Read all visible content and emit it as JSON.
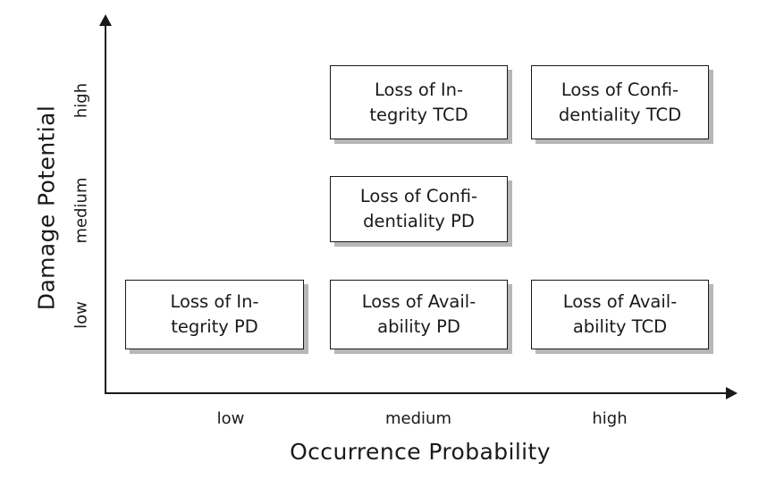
{
  "chart_data": {
    "type": "table",
    "title": "",
    "xlabel": "Occurrence Probability",
    "ylabel": "Damage Potential",
    "x_categories": [
      "low",
      "medium",
      "high"
    ],
    "y_categories": [
      "low",
      "medium",
      "high"
    ],
    "cells": [
      {
        "x": "medium",
        "y": "high",
        "line1": "Loss of In-",
        "line2": "tegrity TCD",
        "text": "Loss of Integrity TCD"
      },
      {
        "x": "high",
        "y": "high",
        "line1": "Loss of Confi-",
        "line2": "dentiality TCD",
        "text": "Loss of Confidentiality TCD"
      },
      {
        "x": "medium",
        "y": "medium",
        "line1": "Loss of Confi-",
        "line2": "dentiality PD",
        "text": "Loss of Confidentiality PD"
      },
      {
        "x": "low",
        "y": "low",
        "line1": "Loss of In-",
        "line2": "tegrity PD",
        "text": "Loss of Integrity PD"
      },
      {
        "x": "medium",
        "y": "low",
        "line1": "Loss of Avail-",
        "line2": "ability PD",
        "text": "Loss of Availability PD"
      },
      {
        "x": "high",
        "y": "low",
        "line1": "Loss of Avail-",
        "line2": "ability TCD",
        "text": "Loss of Availability TCD"
      }
    ],
    "colors": {
      "axis": "#1a1a1a",
      "box_border": "#1a1a1a",
      "box_fill": "#ffffff",
      "box_shadow": "#b7b7b7",
      "text": "#1a1a1a",
      "background": "#ffffff"
    },
    "grid": false,
    "legend": null
  },
  "axes": {
    "y_title": "Damage Potential",
    "x_title": "Occurrence Probability",
    "y_ticks": {
      "high": "high",
      "medium": "medium",
      "low": "low"
    },
    "x_ticks": {
      "low": "low",
      "medium": "medium",
      "high": "high"
    }
  }
}
